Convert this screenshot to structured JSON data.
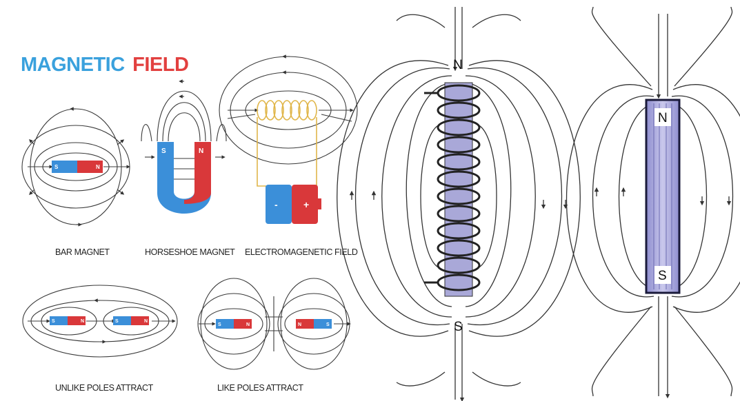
{
  "title": {
    "part1": "MAGNETIC",
    "part2": "FIELD",
    "color1": "#3aa1dd",
    "color2": "#e2403f"
  },
  "panels": {
    "bar_magnet": {
      "caption": "BAR MAGNET",
      "left_pole": "S",
      "right_pole": "N"
    },
    "horseshoe_magnet": {
      "caption": "HORSESHOE MAGNET",
      "left_pole": "S",
      "right_pole": "N"
    },
    "electromagnetic": {
      "caption": "ELECTROMAGENETIC FIELD",
      "battery_minus": "-",
      "battery_plus": "+"
    },
    "unlike_poles": {
      "caption": "UNLIKE POLES ATTRACT",
      "magnet1": [
        "S",
        "N"
      ],
      "magnet2": [
        "S",
        "N"
      ]
    },
    "like_poles": {
      "caption": "LIKE POLES ATTRACT",
      "magnet1": [
        "S",
        "N"
      ],
      "magnet2": [
        "N",
        "S"
      ]
    }
  },
  "solenoid": {
    "top_label": "N",
    "bottom_label": "S"
  },
  "bar_vertical": {
    "top_label": "N",
    "bottom_label": "S"
  },
  "colors": {
    "blue": "#3b8fd9",
    "red": "#d9383a",
    "coil": "#e0b64a",
    "magnet_fill": "#a9a8d8",
    "field_line": "#333333"
  }
}
